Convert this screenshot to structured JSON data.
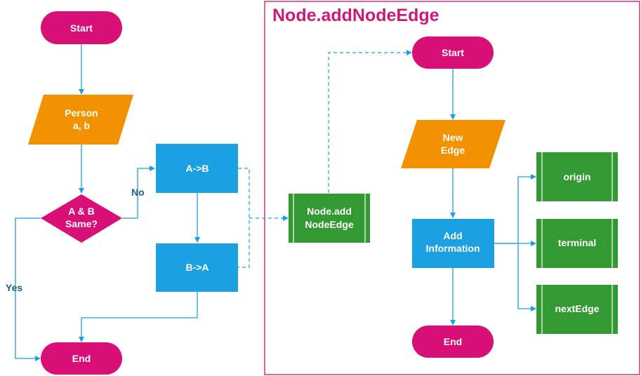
{
  "colors": {
    "terminal": "#d80f77",
    "io": "#f29200",
    "decision": "#d80f77",
    "process": "#1ba1e2",
    "predefined": "#339933",
    "connector": "#1ba1e2",
    "panel_border": "#d6337f"
  },
  "main_flow": {
    "start": "Start",
    "input": [
      "Person",
      "a, b"
    ],
    "decision": [
      "A & B",
      "Same?"
    ],
    "no_label": "No",
    "yes_label": "Yes",
    "swap1": "A->B",
    "swap2": "B->A",
    "end": "End",
    "subroutine": [
      "Node.add",
      "NodeEdge"
    ]
  },
  "detail_panel": {
    "title": "Node.addNodeEdge",
    "start": "Start",
    "input": [
      "New",
      "Edge"
    ],
    "process": [
      "Add",
      "Information"
    ],
    "end": "End",
    "fields": [
      "origin",
      "terminal",
      "nextEdge"
    ]
  }
}
